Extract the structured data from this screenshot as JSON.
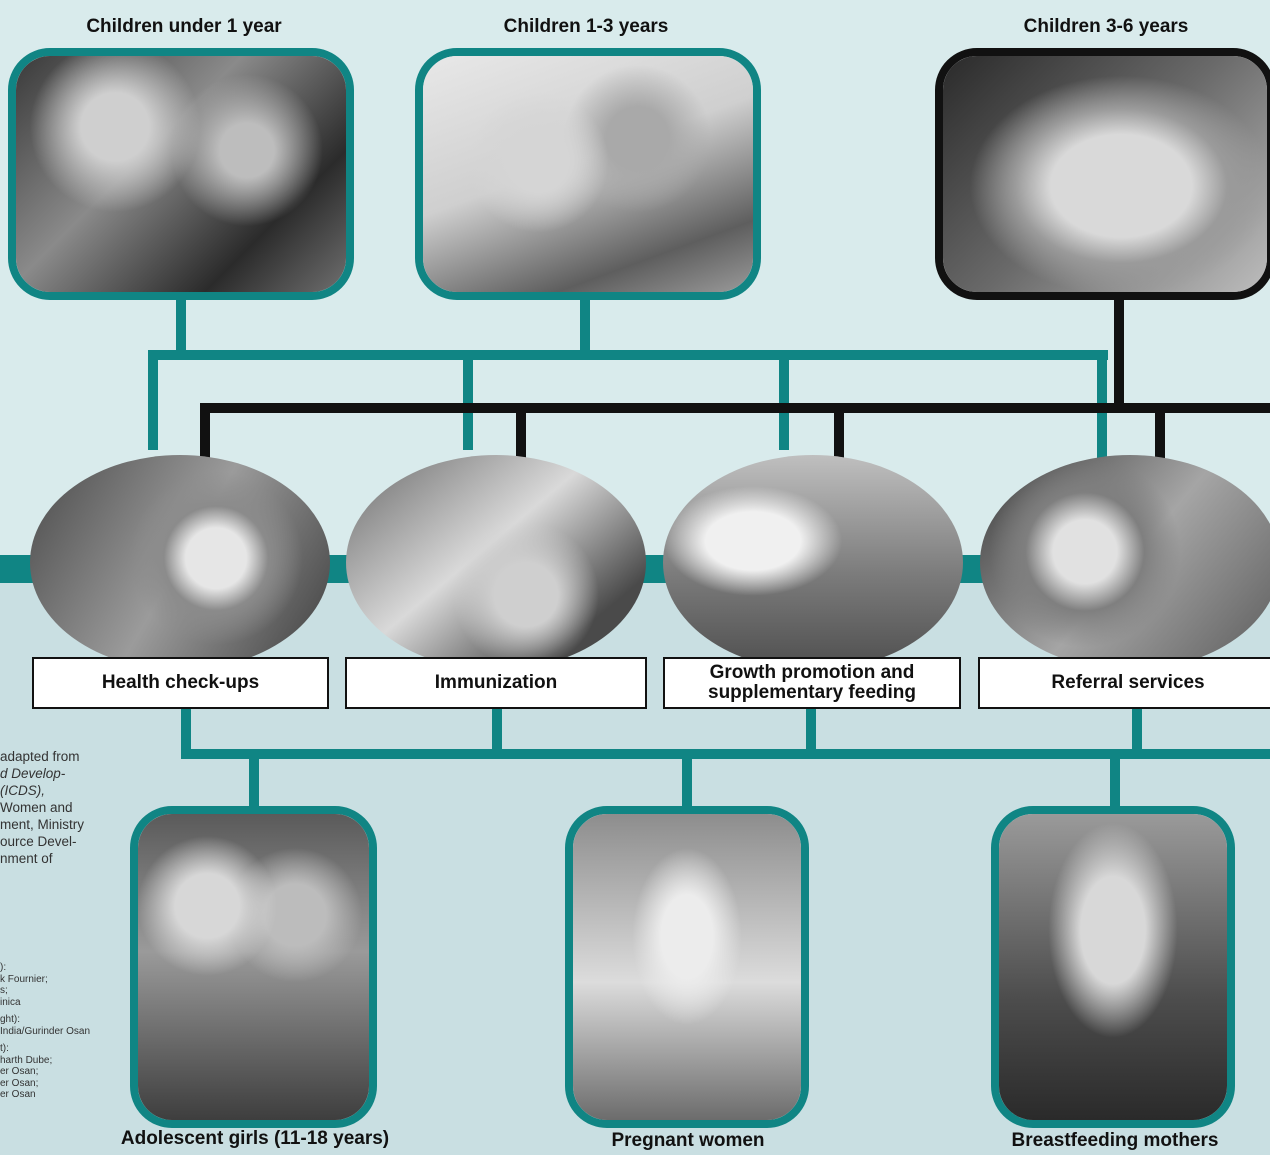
{
  "top_groups": {
    "infants": "Children under 1 year",
    "toddlers": "Children 1-3 years",
    "preschool": "Children 3-6 years"
  },
  "services": {
    "health": "Health check-ups",
    "immunization": "Immunization",
    "growth_line1": "Growth promotion and",
    "growth_line2": "supplementary feeding",
    "referral": "Referral services"
  },
  "bottom_groups": {
    "adolescent": "Adolescent girls (11-18 years)",
    "pregnant": "Pregnant women",
    "breastfeeding": "Breastfeeding mothers"
  },
  "source_note": {
    "line1": "adapted from",
    "line2": "d Develop-",
    "line3": " (ICDS),",
    "line4": "Women and",
    "line5": "ment, Ministry",
    "line6": "ource Devel-",
    "line7": "nment of"
  },
  "credits": {
    "l1": "):",
    "l2": "k Fournier;",
    "l3": "s;",
    "l4": "inica",
    "l5": "ght):",
    "l6": " India/Gurinder Osan",
    "l7": "t):",
    "l8": "harth Dube;",
    "l9": "er Osan;",
    "l10": "er Osan;",
    "l11": "er Osan"
  },
  "colors": {
    "teal": "#108584",
    "black": "#111111"
  }
}
